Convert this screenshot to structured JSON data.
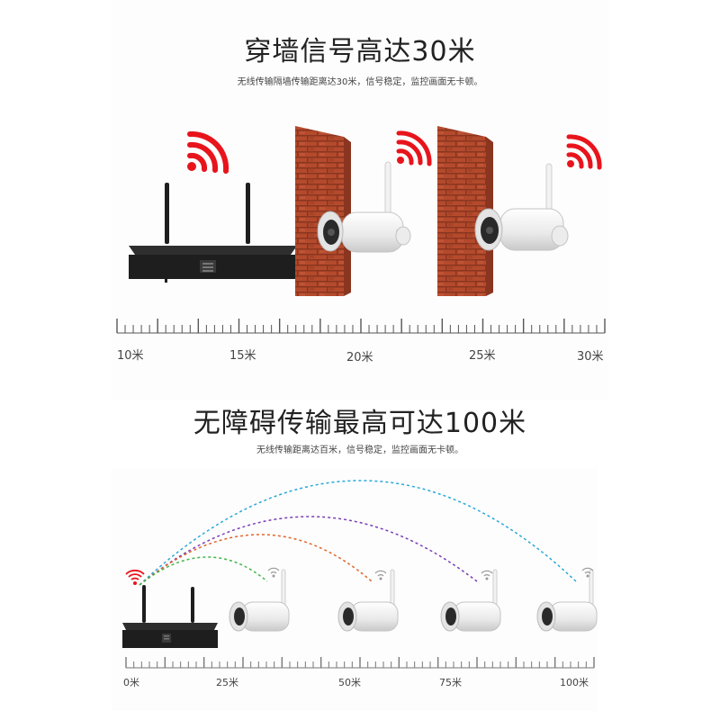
{
  "top": {
    "title": "穿墙信号高达30米",
    "subtitle": "无线传输隔墙传输距离达30米，信号稳定，监控画面无卡顿。",
    "scale_labels": [
      "10米",
      "15米",
      "20米",
      "25米",
      "30米"
    ]
  },
  "bottom": {
    "title": "无障碍传输最高可达100米",
    "subtitle": "无线传输距离达百米，信号稳定，监控画面无卡顿。",
    "scale_labels": [
      "0米",
      "25米",
      "50米",
      "75米",
      "100米"
    ]
  },
  "colors": {
    "wifi_red": "#e8141c",
    "brick": "#b44a2c",
    "device_black": "#1e1e1e",
    "arc_cyan": "#29a9d6",
    "arc_purple": "#7a3fb5",
    "arc_orange": "#e0642a",
    "arc_green": "#43b54a"
  }
}
